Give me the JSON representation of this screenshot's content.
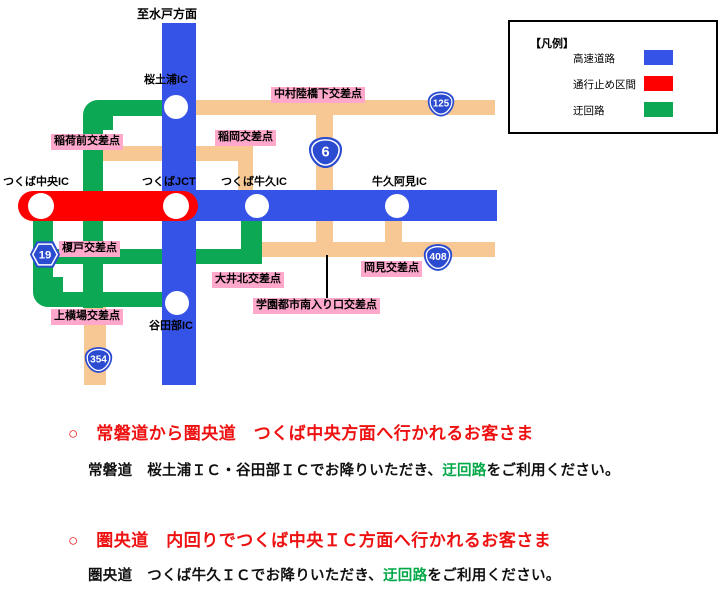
{
  "map": {
    "direction_top": "至水戸方面",
    "ics": {
      "sakuratsuchiura": "桜土浦IC",
      "tsukuba_chuo": "つくば中央IC",
      "tsukuba_jct": "つくばJCT",
      "tsukuba_ushiku": "つくば牛久IC",
      "ushiku_ami": "牛久阿見IC",
      "yatabe": "谷田部IC"
    },
    "intersections": {
      "nakamura": "中村陸橋下交差点",
      "inarimae": "稲荷前交差点",
      "inaoka": "稲岡交差点",
      "enokido": "榎戸交差点",
      "kamiyokoba": "上横場交差点",
      "oikita": "大井北交差点",
      "okami": "岡見交差点",
      "gakuen": "学園都市南入り口交差点"
    },
    "route_shields": {
      "r6": "6",
      "r19": "19",
      "r125": "125",
      "r354": "354",
      "r408": "408"
    }
  },
  "legend": {
    "title": "【凡例】",
    "items": [
      {
        "label": "高速道路",
        "color": "#3653E8"
      },
      {
        "label": "通行止め区間",
        "color": "#FF0000"
      },
      {
        "label": "迂回路",
        "color": "#0CA853"
      }
    ]
  },
  "notices": [
    {
      "heading": "○　常磐道から圏央道　つくば中央方面へ行かれるお客さま",
      "body_prefix": "常磐道　桜土浦ＩＣ・谷田部ＩＣでお降りいただき、",
      "highlight": "迂回路",
      "body_suffix": "をご利用ください。"
    },
    {
      "heading": "○　圏央道　内回りでつくば中央ＩＣ方面へ行かれるお客さま",
      "body_prefix": "圏央道　つくば牛久ＩＣでお降りいただき、",
      "highlight": "迂回路",
      "body_suffix": "をご利用ください。"
    }
  ],
  "colors": {
    "highway_blue": "#3653E8",
    "closed_red": "#FF0000",
    "detour_green": "#0CA853",
    "local_road_orange": "#F8C894",
    "label_pink": "#FFA8CC",
    "heading_red": "#EE1111",
    "highlight_green": "#00A848"
  }
}
